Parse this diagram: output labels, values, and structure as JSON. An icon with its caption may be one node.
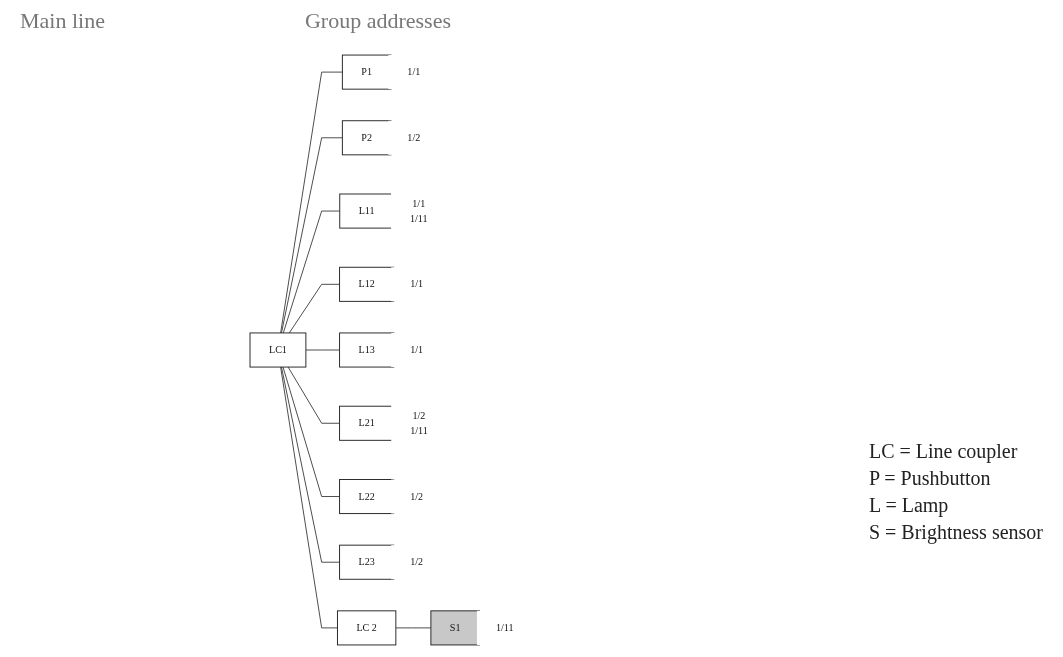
{
  "diagram": {
    "nodes": [
      {
        "text": [
          "LC1"
        ]
      },
      {
        "text": [
          "LC 2"
        ]
      },
      {
        "text": [
          "P1"
        ],
        "beside": [
          "1/1"
        ]
      },
      {
        "text": [
          "P2"
        ],
        "beside": [
          "1/2"
        ]
      },
      {
        "text": [
          "L11"
        ],
        "beside": [
          "1/1",
          "1/11"
        ]
      },
      {
        "text": [
          "L12"
        ],
        "beside": [
          "1/1"
        ]
      },
      {
        "text": [
          "L13"
        ],
        "beside": [
          "1/1"
        ]
      },
      {
        "text": [
          "L21"
        ],
        "beside": [
          "1/2",
          "1/11"
        ]
      },
      {
        "text": [
          "L22"
        ],
        "beside": [
          "1/2"
        ]
      },
      {
        "text": [
          "L23"
        ],
        "beside": [
          "1/2"
        ]
      },
      {
        "text": [
          "S1"
        ],
        "beside": [
          "1/11"
        ]
      }
    ],
    "edges": [
      {
        "from": 0,
        "to": 1,
        "arrow": "none"
      },
      {
        "from": 0,
        "to": 2,
        "arrow": "none"
      },
      {
        "from": 0,
        "to": 3,
        "arrow": "none"
      },
      {
        "from": 0,
        "to": 4,
        "arrow": "none"
      },
      {
        "from": 0,
        "to": 5,
        "arrow": "none"
      },
      {
        "from": 0,
        "to": 6,
        "arrow": "none"
      },
      {
        "from": 0,
        "to": 7,
        "arrow": "none"
      },
      {
        "from": 0,
        "to": 8,
        "arrow": "none"
      },
      {
        "from": 0,
        "to": 9,
        "arrow": "none"
      },
      {
        "from": 1,
        "to": 10,
        "arrow": "none"
      }
    ],
    "labels": [
      "Main line",
      "Group addresses",
      "LC = Line coupler",
      "P = Pushbutton",
      "L = Lamp",
      "S = Brightness sensor"
    ]
  }
}
